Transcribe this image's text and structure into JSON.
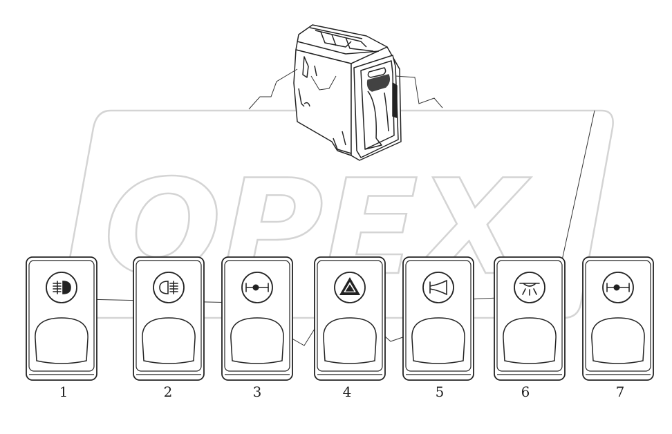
{
  "watermark": {
    "text": "OPEX"
  },
  "switches": [
    {
      "number": "1",
      "icon": "rear-fog-light-icon"
    },
    {
      "number": "2",
      "icon": "front-fog-light-icon"
    },
    {
      "number": "3",
      "icon": "axle-lock-icon"
    },
    {
      "number": "4",
      "icon": "hazard-warning-icon"
    },
    {
      "number": "5",
      "icon": "horn-icon"
    },
    {
      "number": "6",
      "icon": "work-light-icon"
    },
    {
      "number": "7",
      "icon": "axle-lock-icon"
    }
  ],
  "colors": {
    "line": "#222222",
    "watermark": "#d4d4d4"
  }
}
